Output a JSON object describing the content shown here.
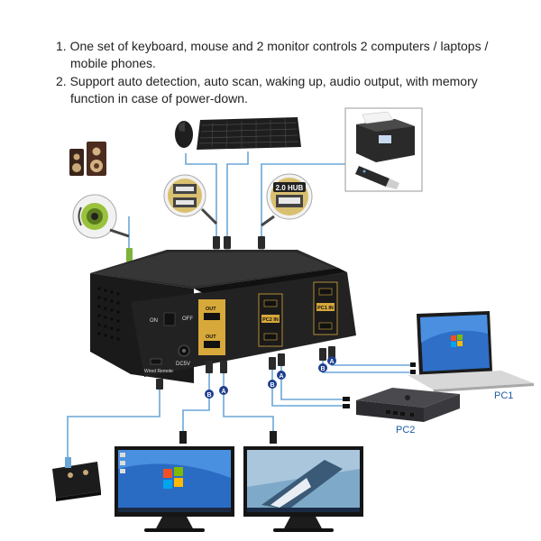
{
  "features": [
    {
      "num": "1.",
      "line1": "One set of keyboard, mouse and 2 monitor controls 2 computers / laptops /",
      "line2": "mobile phones."
    },
    {
      "num": "2.",
      "line1": "Support auto detection, auto scan, waking up, audio output, with memory",
      "line2": "function in case of power-down."
    }
  ],
  "usb_hub_label": "2.0 HUB",
  "switch_labels": {
    "on": "ON",
    "off": "OFF",
    "dc5v": "DC5V",
    "wired_remote": "Wired Remote",
    "out_a": "OUT",
    "out_b": "OUT",
    "pc2_in": "PC2 IN",
    "pc1_in": "PC1 IN"
  },
  "port_markers": [
    "B",
    "A",
    "B",
    "A",
    "B",
    "A"
  ],
  "devices": {
    "pc1": "PC1",
    "pc2": "PC2"
  },
  "colors": {
    "cable": "#6aa6d8",
    "marker": "#1f3f8f",
    "gold": "#d7a83a",
    "body": "#1b1b1b"
  }
}
